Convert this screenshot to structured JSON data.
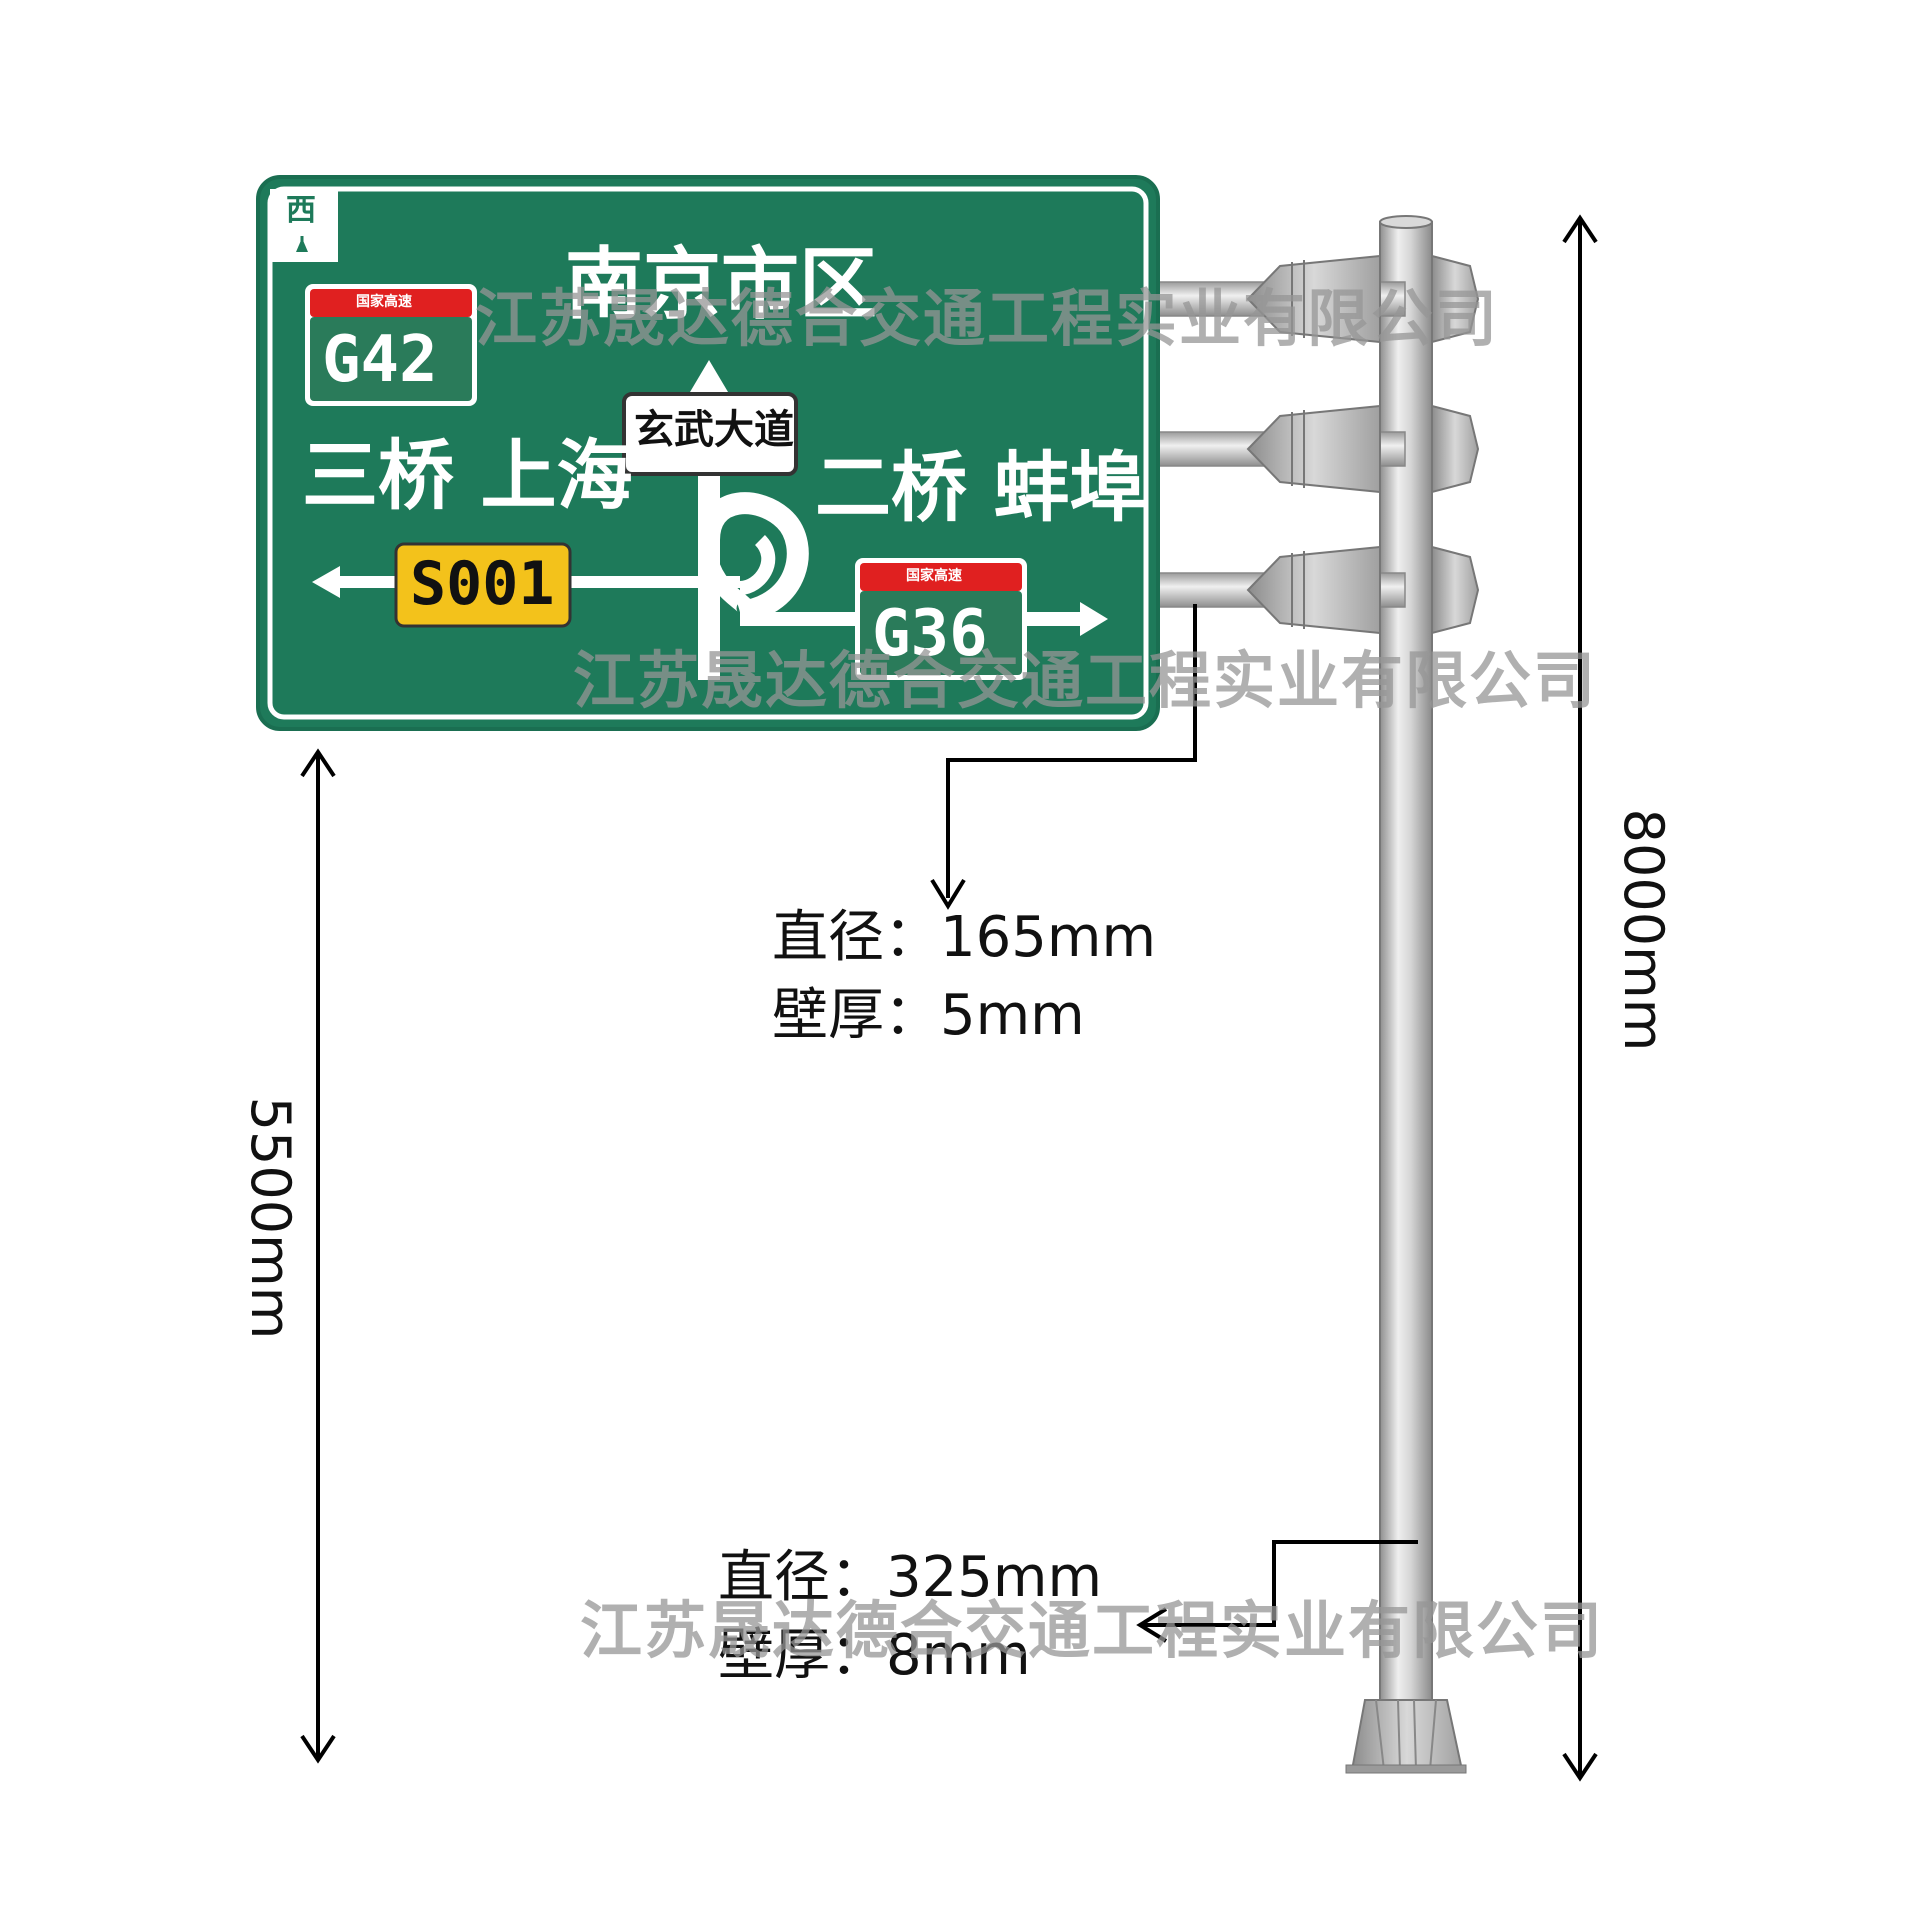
{
  "sign": {
    "top_destination": "南京市区",
    "left_destination": "三桥 上海",
    "right_destination": "二桥 蚌埠",
    "center_road": "玄武大道",
    "left_route": "S001",
    "top_route": "G42",
    "right_route": "G36",
    "shield_header": "国家高速",
    "direction_char": "西",
    "colors": {
      "panel_green": "#1e7a5a",
      "shield_red": "#e02020",
      "shield_green": "#2a7b5a",
      "provincial_yellow": "#f3c21b"
    }
  },
  "annotations": {
    "arm_diameter": "直径：165mm",
    "arm_wall": "壁厚：5mm",
    "pole_diameter": "直径：325mm",
    "pole_wall": "壁厚：8mm",
    "clearance_height": "5500mm",
    "total_height": "8000mm"
  },
  "watermark": "江苏晟达德合交通工程实业有限公司"
}
